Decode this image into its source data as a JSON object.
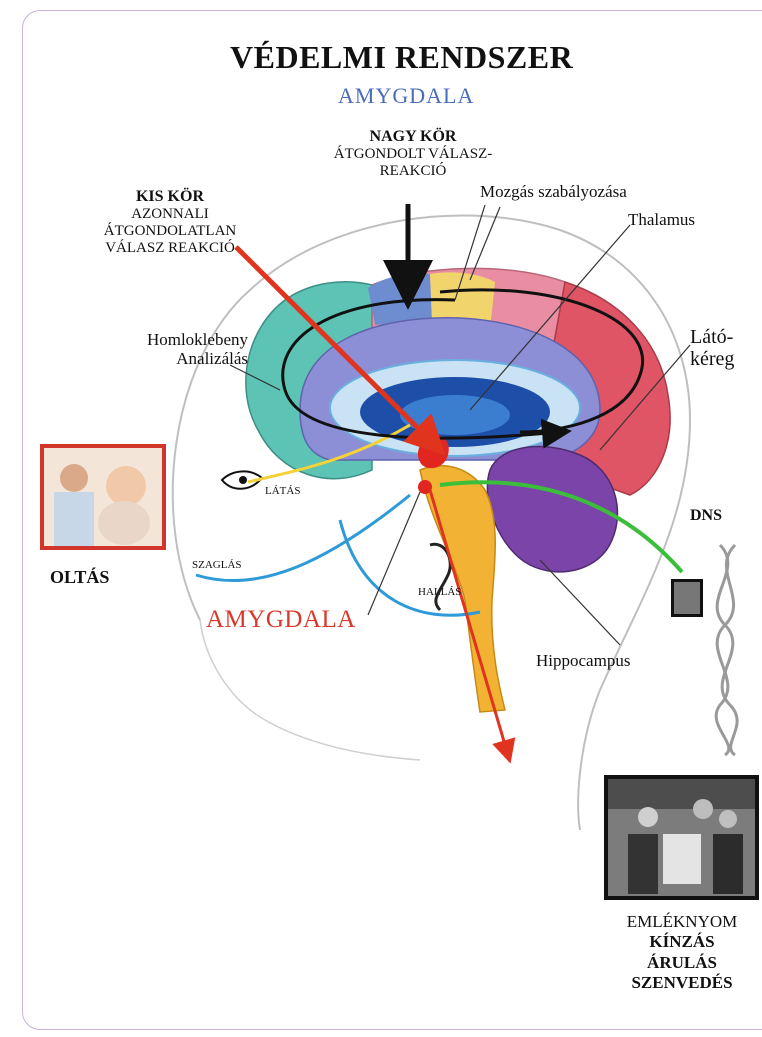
{
  "title": "VÉDELMI RENDSZER",
  "subtitle": "AMYGDALA",
  "labels": {
    "nagy_kor_title": "NAGY KÖR",
    "nagy_kor_line1": "ÁTGONDOLT VÁLASZ-",
    "nagy_kor_line2": "REAKCIÓ",
    "kis_kor_title": "KIS KÖR",
    "kis_kor_line1": "AZONNALI",
    "kis_kor_line2": "ÁTGONDOLATLAN",
    "kis_kor_line3": "VÁLASZ REAKCIÓ",
    "mozgas": "Mozgás szabályozása",
    "thalamus": "Thalamus",
    "homlok1": "Homloklebeny",
    "homlok2": "Analizálás",
    "lato1": "Látó-",
    "lato2": "kéreg",
    "latas": "LÁTÁS",
    "szaglas": "SZAGLÁS",
    "hallas": "HALLÁS",
    "amygdala": "AMYGDALA",
    "oltas": "OLTÁS",
    "dns": "DNS",
    "hippocampus": "Hippocampus",
    "mem1": "EMLÉKNYOM",
    "mem2": "KÍNZÁS",
    "mem3": "ÁRULÁS",
    "mem4": "SZENVEDÉS"
  },
  "colors": {
    "frontal": "#5cc3b5",
    "parietal": "#e98ea2",
    "occipital": "#df5565",
    "cerebellum": "#7b44a8",
    "limbic": "#8c8fd6",
    "motor_blue": "#6e8dd0",
    "motor_yellow": "#f2d46d",
    "brainstem": "#f2b233",
    "core_blue": "#1e4fa8",
    "amygdala_red": "#e0261e",
    "path_yellow": "#f5d238",
    "path_blue": "#2e9bd8",
    "path_green": "#3bbf3b",
    "path_red": "#e0341f",
    "loop_black": "#111111"
  }
}
